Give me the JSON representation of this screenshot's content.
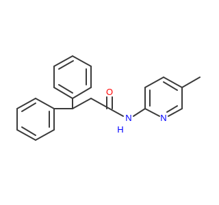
{
  "molecule": {
    "name": "",
    "atoms": {
      "oxygen": {
        "symbol": "O",
        "color": "#ff0000"
      },
      "amide_nitrogen": {
        "symbol": "N",
        "color": "#0000ff"
      },
      "amide_hydrogen": {
        "symbol": "H",
        "color": "#0000ff"
      },
      "ring_nitrogen": {
        "symbol": "N",
        "color": "#0000ff"
      }
    },
    "bond_color": "#3a3a3a",
    "background": "#ffffff"
  }
}
